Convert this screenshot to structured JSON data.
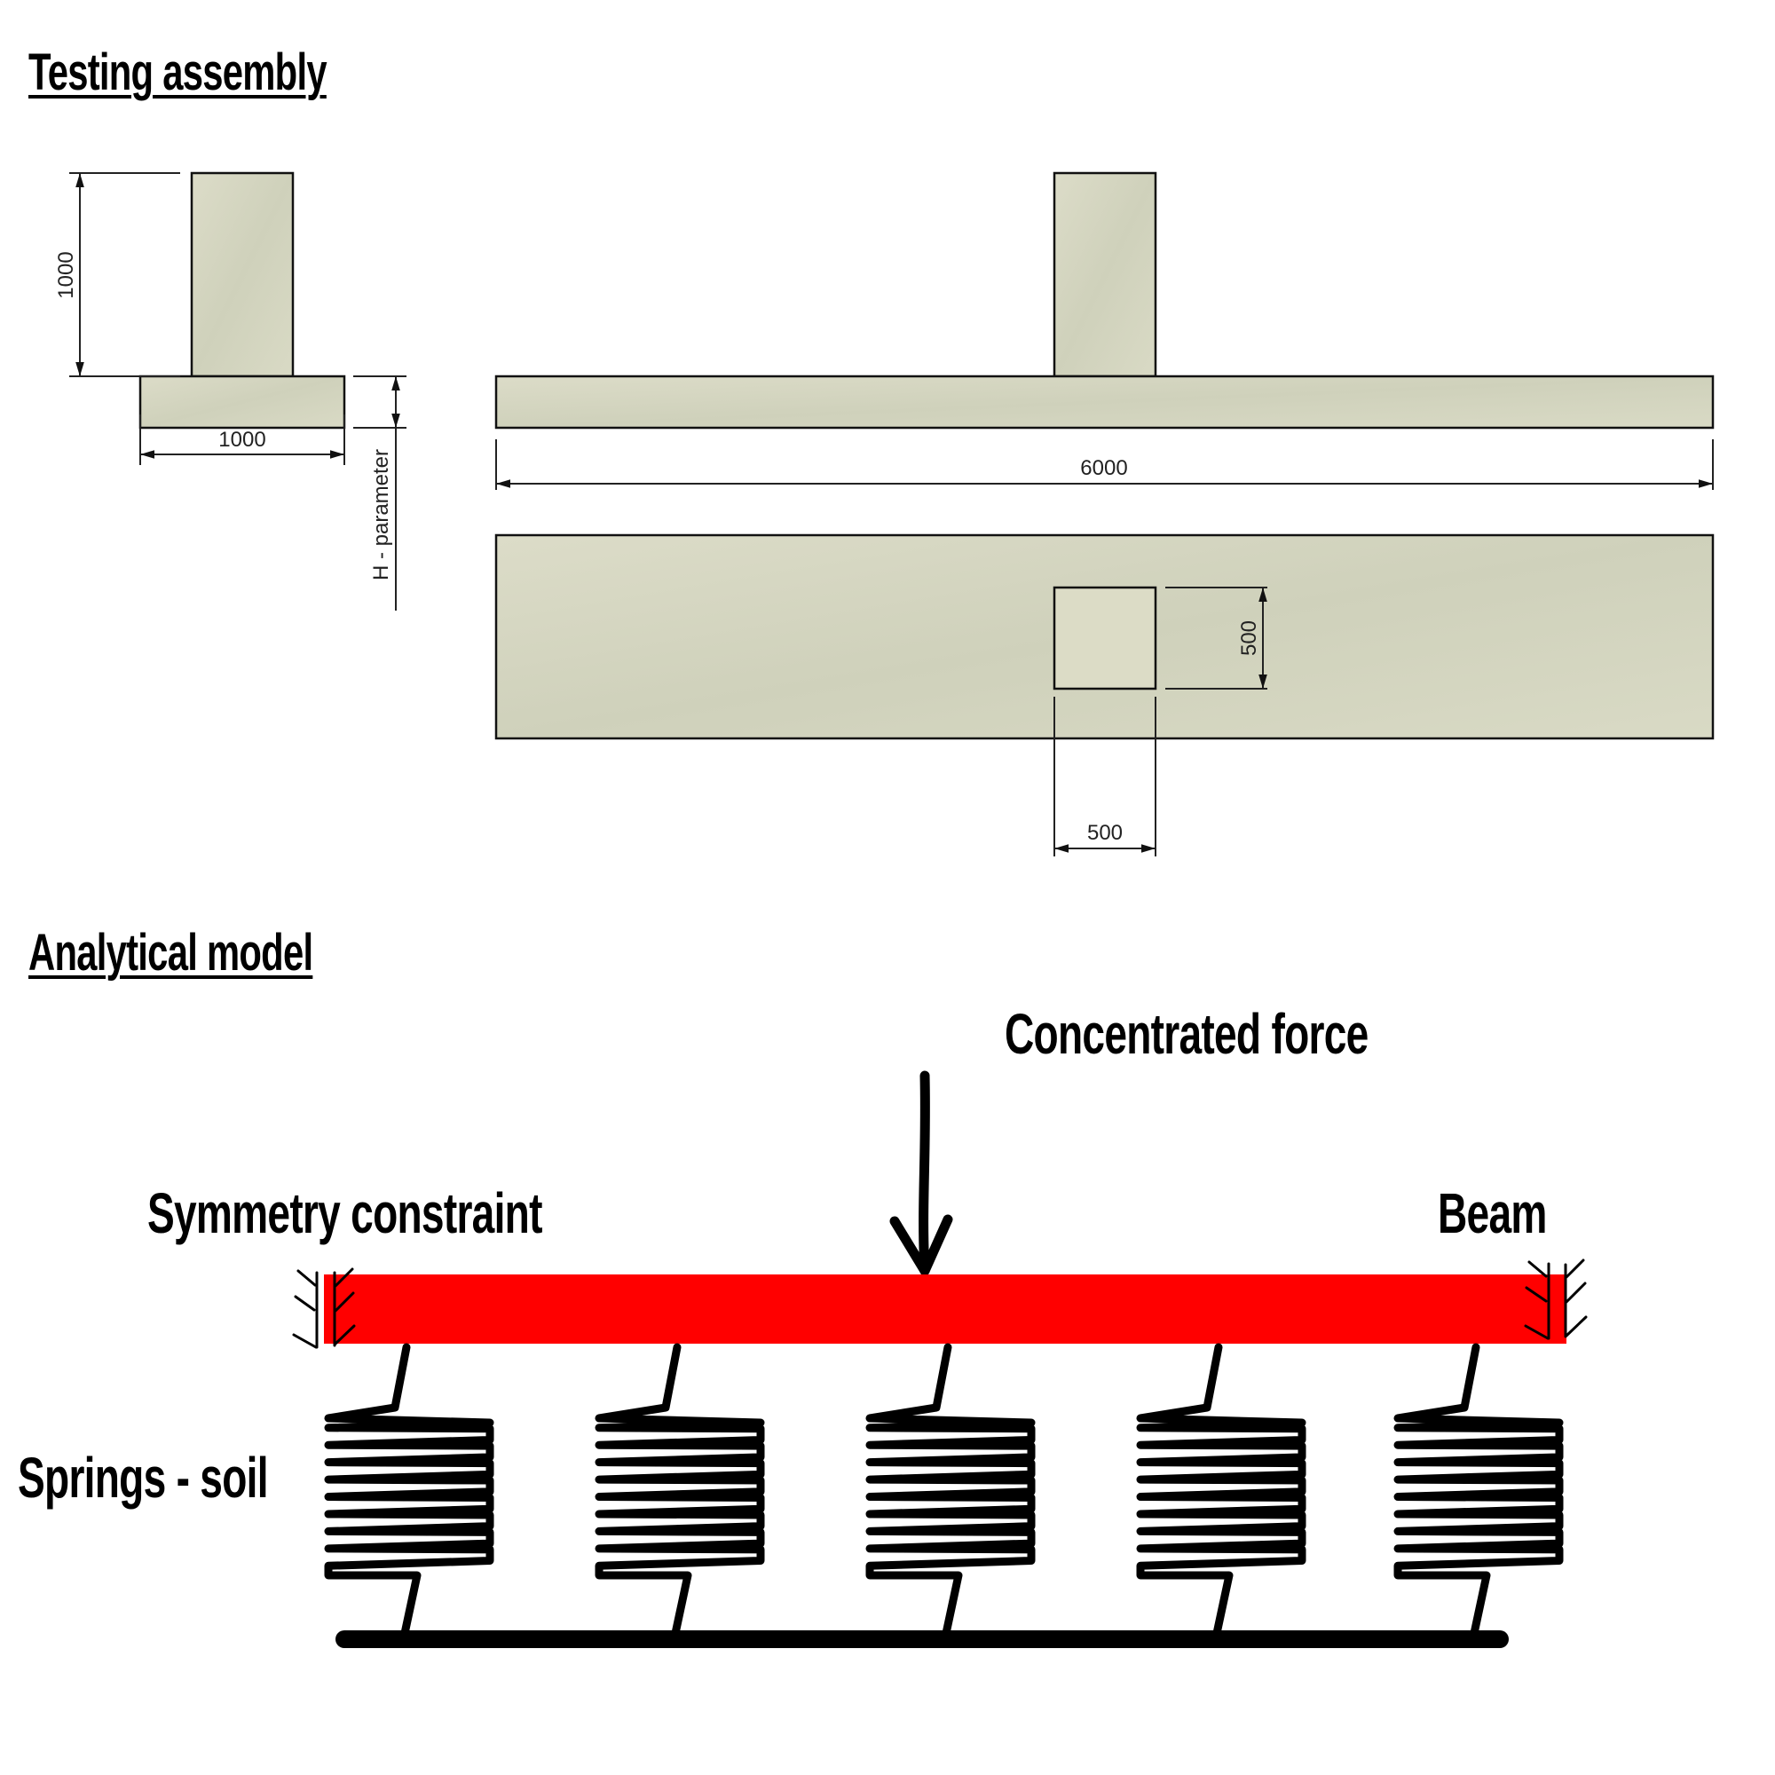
{
  "sections": {
    "testing_assembly": {
      "title": "Testing assembly",
      "dimensions": {
        "column_height": "1000",
        "footing_width": "1000",
        "footing_height": "H - parameter",
        "beam_length": "6000",
        "column_plan_height": "500",
        "column_plan_width": "500"
      }
    },
    "analytical_model": {
      "title": "Analytical model",
      "labels": {
        "force": "Concentrated force",
        "symmetry": "Symmetry constraint",
        "beam": "Beam",
        "springs": "Springs - soil"
      },
      "spring_count": 5
    }
  },
  "colors": {
    "beam": "#ff0000",
    "concrete": "#d8d9c4",
    "line": "#000000"
  }
}
